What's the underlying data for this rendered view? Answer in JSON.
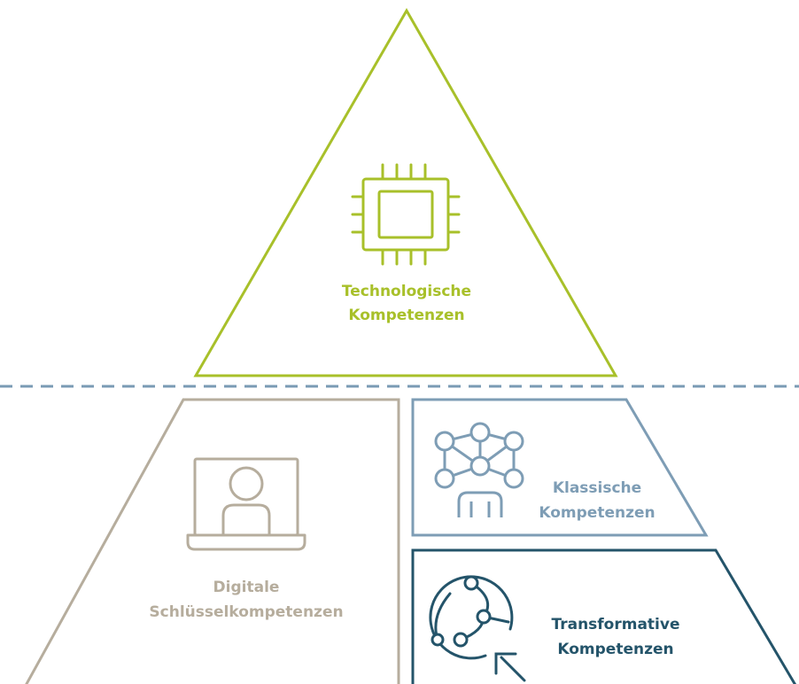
{
  "colors": {
    "technological": "#a8c02a",
    "digital": "#b6ad9d",
    "classic": "#7e9db5",
    "transformative": "#24546a",
    "divider": "#7a9bb4",
    "background": "#ffffff"
  },
  "sections": {
    "technological": {
      "icon": "cpu-chip-icon",
      "label_line1": "Technologische",
      "label_line2": "Kompetenzen"
    },
    "digital": {
      "icon": "laptop-user-icon",
      "label_line1": "Digitale",
      "label_line2": "Schlüsselkompetenzen"
    },
    "classic": {
      "icon": "network-person-icon",
      "label_line1": "Klassische",
      "label_line2": "Kompetenzen"
    },
    "transformative": {
      "icon": "globe-network-cursor-icon",
      "label_line1": "Transformative",
      "label_line2": "Kompetenzen"
    }
  }
}
